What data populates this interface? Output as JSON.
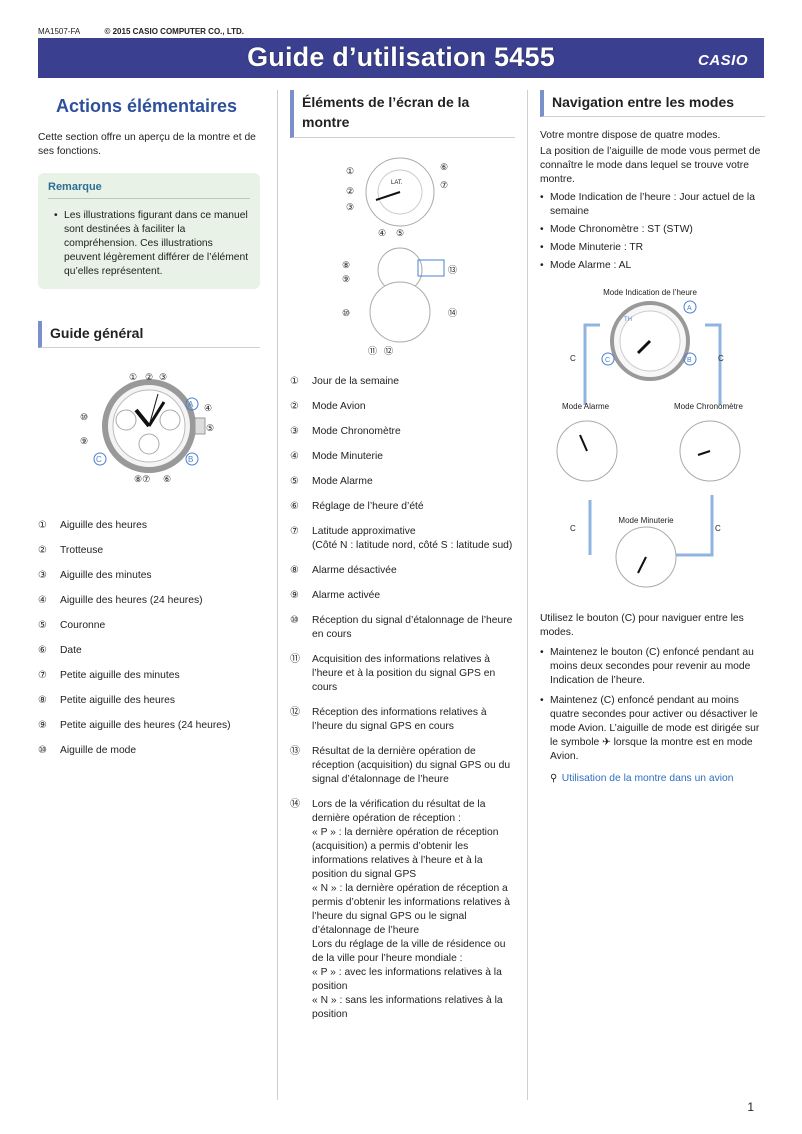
{
  "header": {
    "code": "MA1507-FA",
    "copyright": "© 2015 CASIO COMPUTER CO., LTD.",
    "title": "Guide d’utilisation 5455",
    "brand": "CASIO"
  },
  "col1": {
    "main_title": "Actions élémentaires",
    "intro": "Cette section offre un aperçu de la montre et de ses fonctions.",
    "note_title": "Remarque",
    "note_text": "Les illustrations figurant dans ce manuel sont destinées à faciliter la compréhension. Ces illustrations peuvent légèrement différer de l’élément qu’elles représentent.",
    "section_title": "Guide général",
    "items": [
      {
        "n": "①",
        "t": "Aiguille des heures"
      },
      {
        "n": "②",
        "t": "Trotteuse"
      },
      {
        "n": "③",
        "t": "Aiguille des minutes"
      },
      {
        "n": "④",
        "t": "Aiguille des heures (24 heures)"
      },
      {
        "n": "⑤",
        "t": "Couronne"
      },
      {
        "n": "⑥",
        "t": "Date"
      },
      {
        "n": "⑦",
        "t": "Petite aiguille des minutes"
      },
      {
        "n": "⑧",
        "t": "Petite aiguille des heures"
      },
      {
        "n": "⑨",
        "t": "Petite aiguille des heures (24 heures)"
      },
      {
        "n": "⑩",
        "t": "Aiguille de mode"
      }
    ]
  },
  "col2": {
    "section_title": "Éléments de l’écran de la montre",
    "items": [
      {
        "n": "①",
        "t": "Jour de la semaine"
      },
      {
        "n": "②",
        "t": "Mode Avion"
      },
      {
        "n": "③",
        "t": "Mode Chronomètre"
      },
      {
        "n": "④",
        "t": "Mode Minuterie"
      },
      {
        "n": "⑤",
        "t": "Mode Alarme"
      },
      {
        "n": "⑥",
        "t": "Réglage de l’heure d’été"
      },
      {
        "n": "⑦",
        "t": "Latitude approximative\n(Côté N : latitude nord, côté S : latitude sud)"
      },
      {
        "n": "⑧",
        "t": "Alarme désactivée"
      },
      {
        "n": "⑨",
        "t": "Alarme activée"
      },
      {
        "n": "⑩",
        "t": "Réception du signal d’étalonnage de l’heure en cours"
      },
      {
        "n": "⑪",
        "t": "Acquisition des informations relatives à l’heure et à la position du signal GPS en cours"
      },
      {
        "n": "⑫",
        "t": "Réception des informations relatives à l’heure du signal GPS en cours"
      },
      {
        "n": "⑬",
        "t": "Résultat de la dernière opération de réception (acquisition) du signal GPS ou du signal d’étalonnage de l’heure"
      },
      {
        "n": "⑭",
        "t": "Lors de la vérification du résultat de la dernière opération de réception :\n« P » : la dernière opération de réception (acquisition) a permis d’obtenir les informations relatives à l’heure et à la position du signal GPS\n« N » : la dernière opération de réception a permis d’obtenir les informations relatives à l’heure du signal GPS ou le signal d’étalonnage de l’heure\nLors du réglage de la ville de résidence ou de la ville pour l’heure mondiale :\n« P » : avec les informations relatives à la position\n« N » : sans les informations relatives à la position"
      }
    ]
  },
  "col3": {
    "section_title": "Navigation entre les modes",
    "intro1": "Votre montre dispose de quatre modes.",
    "intro2": "La position de l’aiguille de mode vous permet de connaître le mode dans lequel se trouve votre montre.",
    "modes": [
      "Mode Indication de l’heure : Jour actuel de la semaine",
      "Mode Chronomètre : ST (STW)",
      "Mode Minuterie : TR",
      "Mode Alarme : AL"
    ],
    "diagram": {
      "top_label": "Mode Indication de l’heure",
      "alarm_label": "Mode Alarme",
      "chrono_label": "Mode Chronomètre",
      "timer_label": "Mode Minuterie",
      "c": "C"
    },
    "nav_text": "Utilisez le bouton (C) pour naviguer entre les modes.",
    "bullets": [
      "Maintenez le bouton (C) enfoncé pendant au moins deux secondes pour revenir au mode Indication de l’heure.",
      "Maintenez (C) enfoncé pendant au moins quatre secondes pour activer ou désactiver le mode Avion. L’aiguille de mode est dirigée sur le symbole ✈ lorsque la montre est en mode Avion."
    ],
    "link": "Utilisation de la montre dans un avion"
  },
  "page_number": "1",
  "colors": {
    "banner": "#3a3f8f",
    "heading": "#2e4f9c",
    "note_bg": "#e8f2e6",
    "accent": "#4a7fd0"
  }
}
